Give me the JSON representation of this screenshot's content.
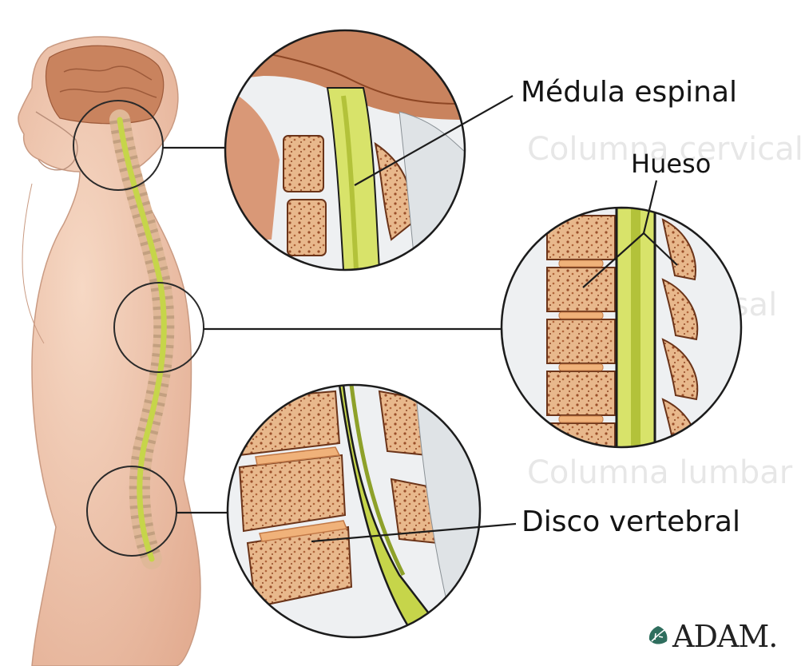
{
  "labels": {
    "spinal_cord": "Médula espinal",
    "bone": "Hueso",
    "disc": "Disco vertebral"
  },
  "background_labels": {
    "cervical": "Columna cervical",
    "dorsal": "Columna dorsal",
    "lumbar": "Columna lumbar"
  },
  "brand": {
    "logo_text": "ADAM.",
    "leaf_color": "#2f6e5e"
  },
  "colors": {
    "skin": "#f1c9b0",
    "skin_shadow": "#e2a98d",
    "brain": "#c9835e",
    "bone": "#e8b88c",
    "bone_dots": "#9a4f2a",
    "spinal_cord": "#d8e36a",
    "cord_core": "#b3c23a",
    "disc": "#f0b27a",
    "line": "#1c1c1c"
  }
}
